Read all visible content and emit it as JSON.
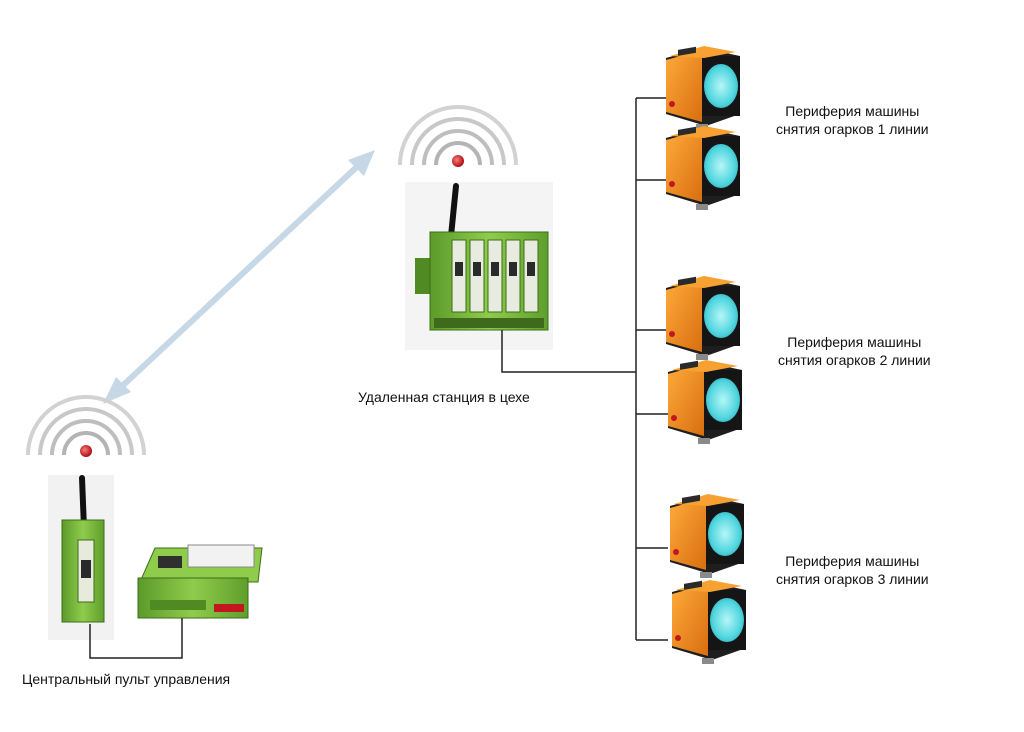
{
  "labels": {
    "remote_station": "Удаленная станция в цехе",
    "central_panel": "Центральный пульт управления",
    "peripheral_groups": [
      {
        "line1": "Периферия машины",
        "line2": "снятия огарков 1 линии"
      },
      {
        "line1": "Периферия машины",
        "line2": "снятия огарков 2 линии"
      },
      {
        "line1": "Периферия машины",
        "line2": "снятия огарков 3 линии"
      }
    ]
  },
  "icons": {
    "radio_waves": "radio-signal-icon",
    "antenna": "antenna-icon",
    "wireless_link": "double-arrow-icon",
    "sensor": "sensor-icon",
    "plc": "plc-module-icon"
  },
  "colors": {
    "device_green": "#7dbb3f",
    "device_dark_green": "#4f8a22",
    "sensor_orange": "#f08a1c",
    "sensor_face": "#5fe0e6",
    "link_arrow": "#c6d8e6",
    "wire": "#222222",
    "wave": "#c8c8c8",
    "led_red": "#c0181e"
  }
}
